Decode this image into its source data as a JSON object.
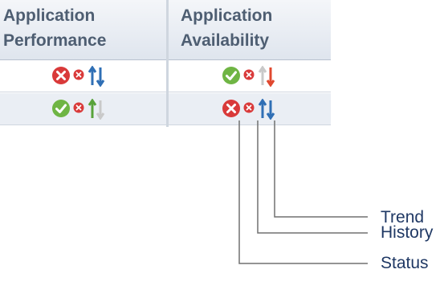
{
  "columns": [
    {
      "line1": "Application",
      "line2": "Performance"
    },
    {
      "line1": "Application",
      "line2": "Availability"
    }
  ],
  "rows": [
    {
      "performance": {
        "status": "error-icon",
        "history": "error-dot-icon",
        "trend": "trend-mixed-icon"
      },
      "availability": {
        "status": "ok-icon",
        "history": "error-dot-icon",
        "trend": "trend-down-icon"
      }
    },
    {
      "performance": {
        "status": "ok-icon",
        "history": "error-dot-icon",
        "trend": "trend-up-icon"
      },
      "availability": {
        "status": "error-icon",
        "history": "error-dot-icon",
        "trend": "trend-mixed-icon"
      }
    }
  ],
  "callouts": {
    "trend": "Trend",
    "history": "History",
    "status": "Status"
  },
  "colors": {
    "header_text": "#4e5e72",
    "error": "#d93a3a",
    "ok": "#6fb544",
    "trend_blue": "#2f6fb5",
    "trend_red": "#e0482f",
    "trend_green": "#58a33a",
    "label_text": "#1f3864"
  }
}
